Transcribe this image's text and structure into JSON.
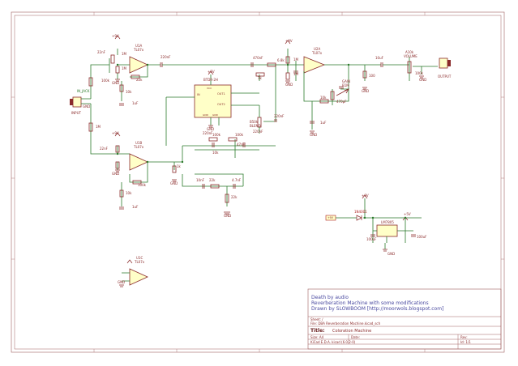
{
  "title_block": {
    "notes": [
      "Death by audio",
      "Reverberation Machine with some modifications",
      "Drawn by SLOWBOOM [http://moorwols.blogspot.com]"
    ],
    "sheet": "Sheet: /",
    "file": "File: DBA Reverberation Machine.kicad_sch",
    "title_label": "Title:",
    "title_value": "Coloration Machine",
    "size_label": "Size: A4",
    "date_label": "Date:",
    "rev_label": "Rev:",
    "kicad": "KiCad E.D.A.  kicad (6.0.2-0)",
    "id": "Id: 1/1"
  },
  "components": {
    "u1a": [
      "U1A",
      "TL07x"
    ],
    "u1b": [
      "U1B",
      "TL07x"
    ],
    "u1c": [
      "U1C",
      "TL07x"
    ],
    "u2a": [
      "U2A",
      "TL07x"
    ],
    "btdr": "BTDR-2H",
    "lm7805": "LM7805",
    "input": "INPUT",
    "output": "OUTPUT",
    "in_jack": "IN_JACK",
    "gnd": "GND",
    "plus9v": "+9V",
    "plus5v": "+5V",
    "dc9v": "+9V",
    "r_100k": "100k",
    "r_1m": "1M",
    "c_22nf": "22nF",
    "r_10k": "10k",
    "c_1uf": "1uF",
    "r_22k": "22k",
    "c_220nf": "220nF",
    "c_470nf": "470nF",
    "r_6k8": "6.8k",
    "r_1k": "1k",
    "r_100": "100",
    "c_10uf": "10uF",
    "r_50k": "50K",
    "c_100uf": "100uF",
    "c_47nf": "47nF",
    "c_4n7": "4.7nF",
    "c_10nf": "10nF",
    "c_470p": "470pF",
    "diode": "1N4001",
    "pot_volume": [
      "A10k",
      "VOLUME"
    ],
    "pot_blend": [
      "B50k",
      "BLEND"
    ],
    "pot_gain": [
      "GAIN",
      "B1M"
    ],
    "pins": {
      "in": "IN",
      "out1": "OUT1",
      "out2": "OUT2",
      "vcc": "VCC",
      "gnd": "GND",
      "gnd2": "GND"
    }
  }
}
